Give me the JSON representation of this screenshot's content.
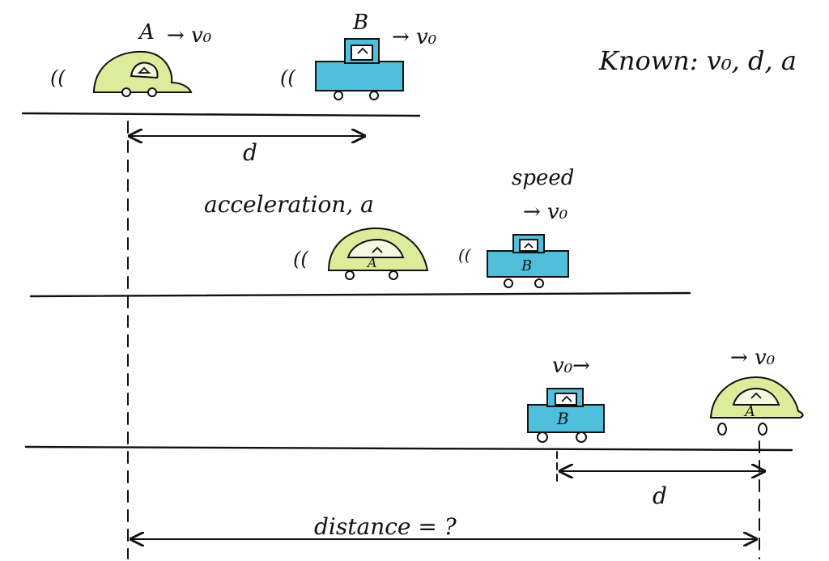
{
  "known_label": "Known: v₀, d, a",
  "colors": {
    "car_a": "#dcec9a",
    "car_b": "#4fbfdc",
    "ink": "#111111"
  },
  "scene1": {
    "car_a_label": "A",
    "car_a_velocity": "→ v₀",
    "car_b_label": "B",
    "car_b_velocity": "→ v₀",
    "gap_label": "d"
  },
  "scene2": {
    "car_a_label": "A",
    "car_b_label": "B",
    "acceleration_label": "acceleration, a",
    "speed_label": "speed",
    "speed_velocity": "→ v₀"
  },
  "scene3": {
    "car_b_label": "B",
    "car_b_velocity": "v₀→",
    "car_a_label": "A",
    "car_a_velocity": "→ v₀",
    "gap_label": "d",
    "distance_label": "distance = ?"
  }
}
